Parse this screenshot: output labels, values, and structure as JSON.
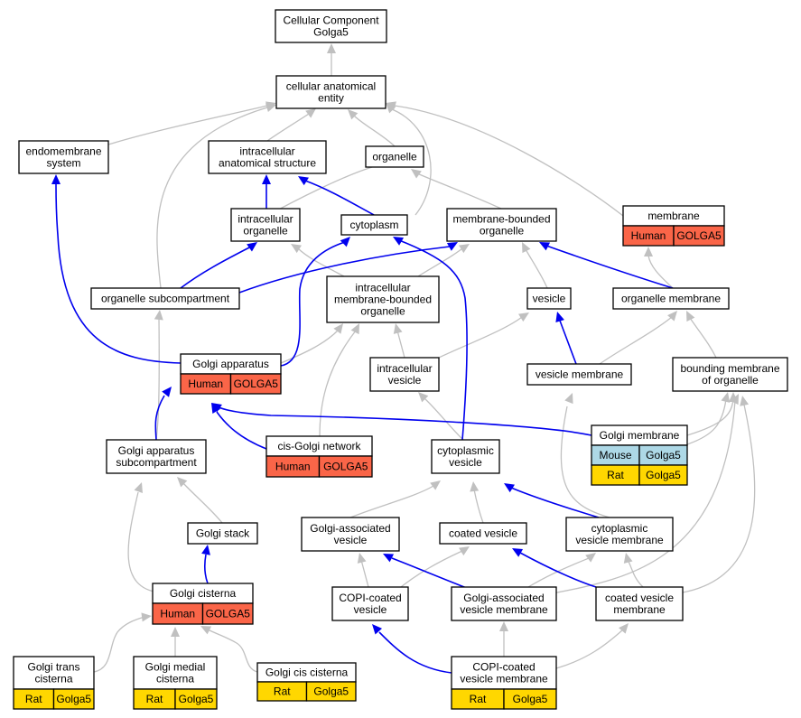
{
  "nodes": {
    "root": {
      "lines": [
        "Cellular Component",
        "Golga5"
      ]
    },
    "cae": {
      "lines": [
        "cellular anatomical",
        "entity"
      ]
    },
    "endo": {
      "lines": [
        "endomembrane",
        "system"
      ]
    },
    "ias": {
      "lines": [
        "intracellular",
        "anatomical structure"
      ]
    },
    "organelle": {
      "lines": [
        "organelle"
      ]
    },
    "io": {
      "lines": [
        "intracellular",
        "organelle"
      ]
    },
    "cytoplasm": {
      "lines": [
        "cytoplasm"
      ]
    },
    "mbo": {
      "lines": [
        "membrane-bounded",
        "organelle"
      ]
    },
    "membrane": {
      "lines": [
        "membrane"
      ],
      "cells": [
        "Human",
        "GOLGA5"
      ]
    },
    "osub": {
      "lines": [
        "organelle subcompartment"
      ]
    },
    "imbo": {
      "lines": [
        "intracellular",
        "membrane-bounded",
        "organelle"
      ]
    },
    "vesicle": {
      "lines": [
        "vesicle"
      ]
    },
    "omem": {
      "lines": [
        "organelle membrane"
      ]
    },
    "golgi": {
      "lines": [
        "Golgi apparatus"
      ],
      "cells": [
        "Human",
        "GOLGA5"
      ]
    },
    "iv": {
      "lines": [
        "intracellular",
        "vesicle"
      ]
    },
    "vm": {
      "lines": [
        "vesicle membrane"
      ]
    },
    "bmo": {
      "lines": [
        "bounding membrane",
        "of organelle"
      ]
    },
    "gmem": {
      "lines": [
        "Golgi membrane"
      ],
      "cells": [
        "Mouse",
        "Golga5",
        "Rat",
        "Golga5"
      ]
    },
    "gas": {
      "lines": [
        "Golgi apparatus",
        "subcompartment"
      ]
    },
    "cgn": {
      "lines": [
        "cis-Golgi network"
      ],
      "cells": [
        "Human",
        "GOLGA5"
      ]
    },
    "cv": {
      "lines": [
        "cytoplasmic",
        "vesicle"
      ]
    },
    "gstack": {
      "lines": [
        "Golgi stack"
      ]
    },
    "gav": {
      "lines": [
        "Golgi-associated",
        "vesicle"
      ]
    },
    "coated": {
      "lines": [
        "coated vesicle"
      ]
    },
    "cvm": {
      "lines": [
        "cytoplasmic",
        "vesicle membrane"
      ]
    },
    "gcis": {
      "lines": [
        "Golgi cisterna"
      ],
      "cells": [
        "Human",
        "GOLGA5"
      ]
    },
    "copiv": {
      "lines": [
        "COPI-coated",
        "vesicle"
      ]
    },
    "gavm": {
      "lines": [
        "Golgi-associated",
        "vesicle membrane"
      ]
    },
    "cvmem": {
      "lines": [
        "coated vesicle",
        "membrane"
      ]
    },
    "gtrans": {
      "lines": [
        "Golgi trans",
        "cisterna"
      ],
      "cells": [
        "Rat",
        "Golga5"
      ]
    },
    "gmedial": {
      "lines": [
        "Golgi medial",
        "cisterna"
      ],
      "cells": [
        "Rat",
        "Golga5"
      ]
    },
    "gciscis": {
      "lines": [
        "Golgi cis cisterna"
      ],
      "cells": [
        "Rat",
        "Golga5"
      ]
    },
    "copivm": {
      "lines": [
        "COPI-coated",
        "vesicle membrane"
      ],
      "cells": [
        "Rat",
        "Golga5"
      ]
    }
  },
  "colors": {
    "human": "#fa6548",
    "rat": "#ffd700",
    "mouse": "#add8e6",
    "edge_is_a": "#c0c0c0",
    "edge_part_of": "#0000ee"
  }
}
